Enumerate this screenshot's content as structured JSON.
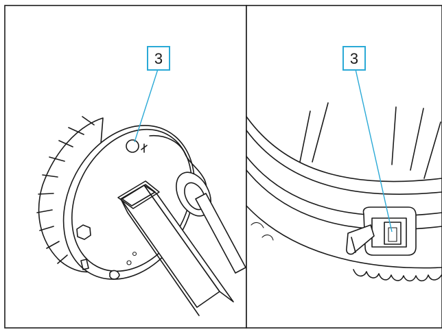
{
  "panels": [
    {
      "name": "left-panel",
      "callout": {
        "label": "3"
      }
    },
    {
      "name": "right-panel",
      "callout": {
        "label": "3"
      }
    }
  ],
  "colors": {
    "callout": "#2aa9d6",
    "line": "#1a1a1a",
    "background": "#ffffff"
  }
}
